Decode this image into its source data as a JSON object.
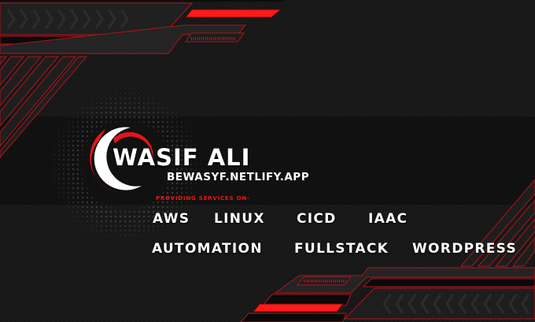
{
  "banner": {
    "name": "WASIF ALI",
    "website": "BEWASYF.NETLIFY.APP",
    "tagline": "PROVIDING SERVICES ON-",
    "services": [
      {
        "label": "AWS"
      },
      {
        "label": "LINUX"
      },
      {
        "label": "CICD"
      },
      {
        "label": "IAAC"
      },
      {
        "label": "AUTOMATION"
      },
      {
        "label": "FULLSTACK"
      },
      {
        "label": "WORDPRESS"
      }
    ]
  },
  "logo": {
    "icon": "crescent-swoosh-icon"
  },
  "colors": {
    "background": "#171717",
    "accent_red": "#ff1a1a",
    "outline_red": "#b0141a",
    "text": "#ffffff"
  }
}
